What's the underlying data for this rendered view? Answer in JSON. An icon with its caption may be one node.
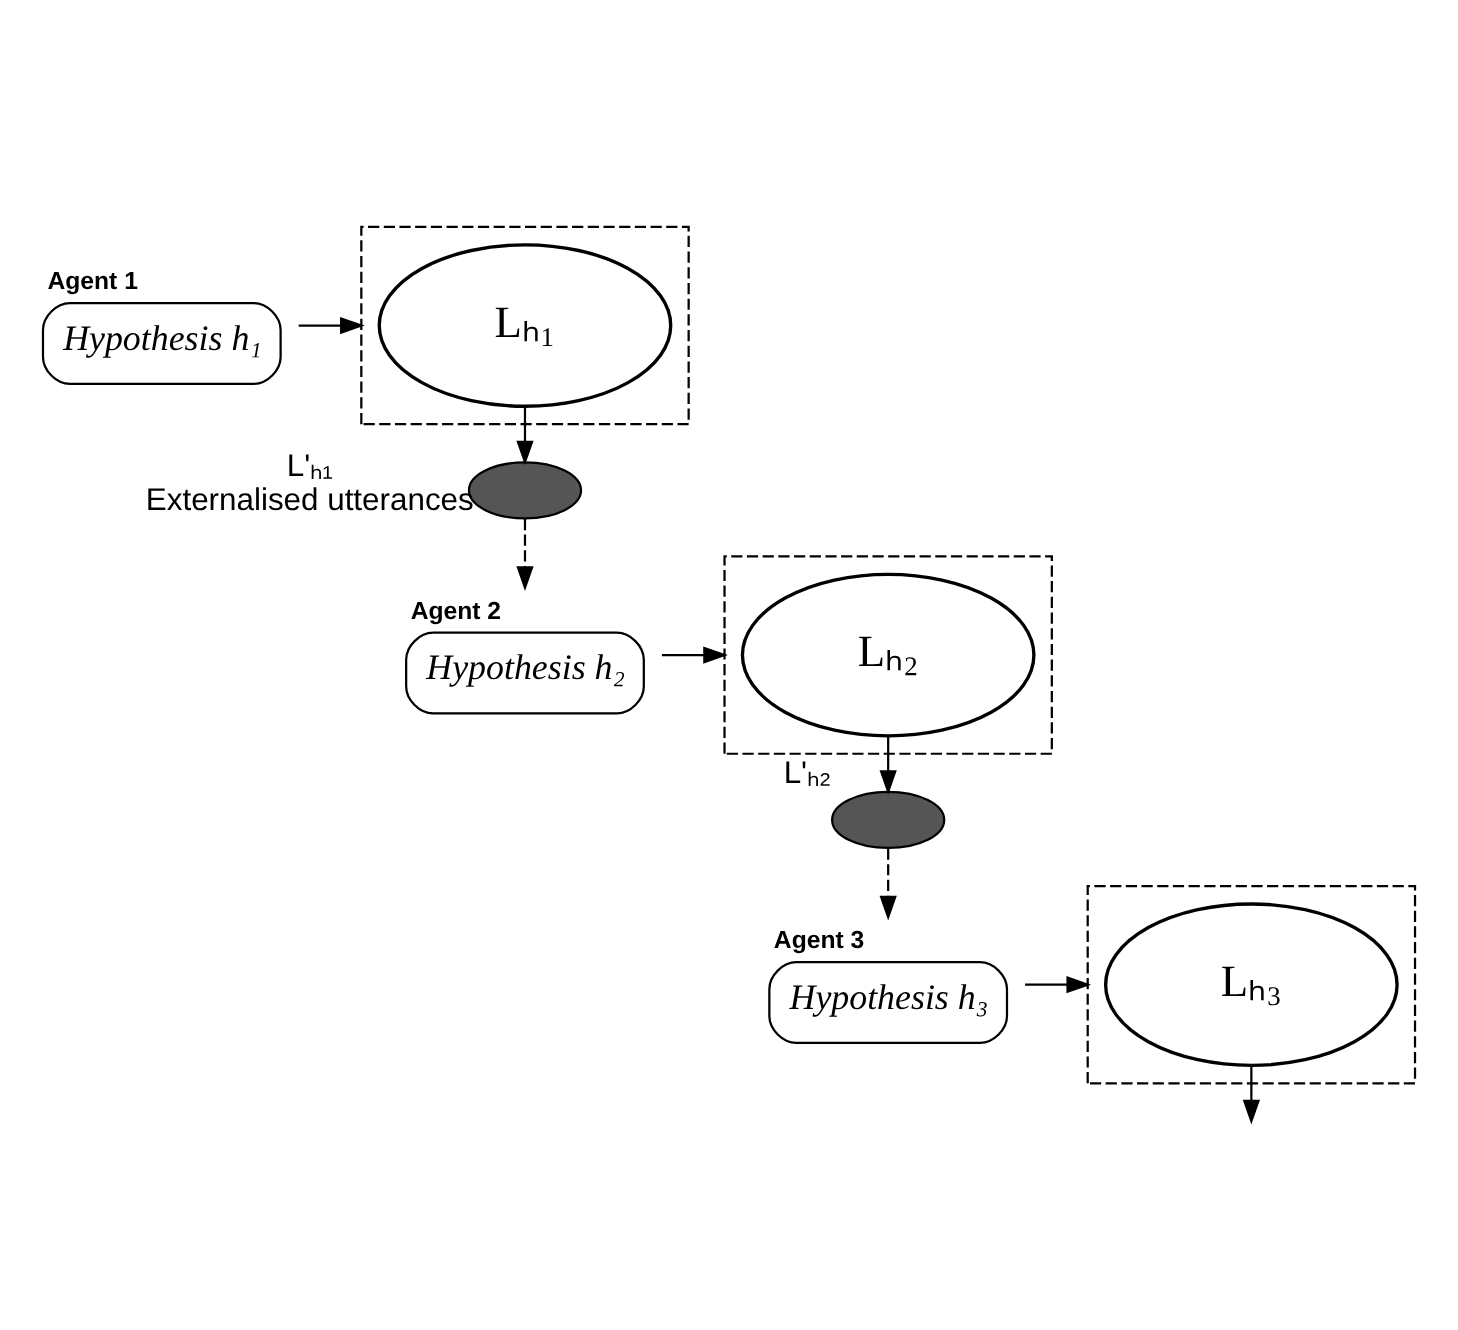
{
  "diagram": {
    "nodes": [
      {
        "text": [
          "Agent 1",
          "Hypothesis h₁"
        ]
      },
      {
        "text": [],
        "shape": "box"
      },
      {
        "text": [
          "Lₕ₁"
        ],
        "in": 1
      },
      {
        "text": [],
        "shape": "ellipse",
        "beside": [
          "L'ₕ₁",
          "Externalised utterances"
        ]
      },
      {
        "text": [
          "Agent 2",
          "Hypothesis h₂"
        ]
      },
      {
        "text": [],
        "shape": "box"
      },
      {
        "text": [
          "Lₕ₂"
        ],
        "in": 5
      },
      {
        "text": [],
        "shape": "ellipse",
        "beside": [
          "L'ₕ₂"
        ]
      },
      {
        "text": [
          "Agent 3",
          "Hypothesis h₃"
        ]
      },
      {
        "text": [],
        "shape": "box"
      },
      {
        "text": [
          "Lₕ₃"
        ],
        "in": 9
      }
    ],
    "edges": [
      {
        "from": 0,
        "to": 1,
        "arrow": "to"
      },
      {
        "from": 2,
        "to": 3,
        "arrow": "to"
      },
      {
        "from": 3,
        "to": 4,
        "arrow": "to",
        "style": "dashed"
      },
      {
        "from": 4,
        "to": 5,
        "arrow": "to"
      },
      {
        "from": 6,
        "to": 7,
        "arrow": "to"
      },
      {
        "from": 7,
        "to": 8,
        "arrow": "to",
        "style": "dashed"
      },
      {
        "from": 8,
        "to": 9,
        "arrow": "to"
      },
      {
        "from": 10,
        "to": null,
        "arrow": "to"
      }
    ]
  }
}
